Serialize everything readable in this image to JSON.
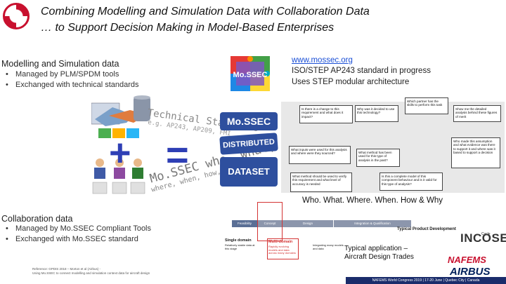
{
  "header": {
    "title_line1": "Combining Modelling and Simulation Data with Collaboration Data",
    "title_line2": "… to Support Decision Making in Model-Based Enterprises"
  },
  "modelling_section": {
    "heading": "Modelling and Simulation data",
    "bullets": [
      "Managed by PLM/SPDM tools",
      "Exchanged with technical standards"
    ]
  },
  "collaboration_section": {
    "heading": "Collaboration data",
    "bullets": [
      "Managed by Mo.SSEC Compliant Tools",
      "Exchanged with Mo.SSEC standard"
    ]
  },
  "mossec_logo_label": "Mo.SSEC",
  "right_info": {
    "link": "www.mossec.org",
    "line1": "ISO/STEP AP243 standard in progress",
    "line2": "Uses STEP modular architecture"
  },
  "graphic": {
    "tech_standards_line1": "Technical Standards",
    "tech_standards_line2": "e.g. AP243, AP209, FMI",
    "watermark_line1": "Mo.SSEC who, what,",
    "watermark_line2": "where, when, how, why",
    "db_top": "Mo.SSEC",
    "db_mid": "DISTRIBUTED",
    "db_bottom": "DATASET",
    "callouts": [
      "Is there is a change to this requirement and what does it impact?",
      "Why was it decided to use this technology?",
      "Which partner has the skills to perform this task",
      "Show me the detailed analysis behind these figures of merit",
      "What inputs were used for this analysis and where were they sourced?",
      "What method has been used for this type of analysis in the past?",
      "Who made this assumption and what evidence was there to support it and where was it based to support a decision",
      "What method should be used to verify this requirement and what level of accuracy is needed",
      "Is this a complete model of this component behaviour and is it valid for this type of analysis?"
    ],
    "caption": "Who. What. Where. When. How & Why"
  },
  "timeline": {
    "stages": [
      "Feasibility",
      "Concept",
      "Design",
      "Integration & Qualification"
    ],
    "title": "Typical Product Development",
    "title_sub": "Cycle",
    "single_domain": "Single domain",
    "multi_domain": "Multi-domain",
    "single_domain_note": "Relatively stable data at this stage",
    "multi_domain_note": "Rapidly evolving models and data across many domains",
    "right_note": "Integrating many models and data"
  },
  "typical_application": {
    "line1": "Typical application –",
    "line2": "Aircraft Design Trades"
  },
  "reference": {
    "line1": "Reference: GPDIS 2018 – Morton et al (Airbus) -",
    "line2": "Using Mo.SSEC to connect modelling and simulation context data for aircraft design"
  },
  "logos": {
    "incose": "INCOSE",
    "nafems": "NAFEMS",
    "airbus": "AIRBUS"
  },
  "footer": "NAFEMS World Congress 2019 | 17-20 June | Quebec City | Canada",
  "colors": {
    "accent_blue": "#2e3fb5",
    "link": "#1a4fd6",
    "footer_bar": "#1a2c6b",
    "multi_domain_red": "#d33333"
  }
}
